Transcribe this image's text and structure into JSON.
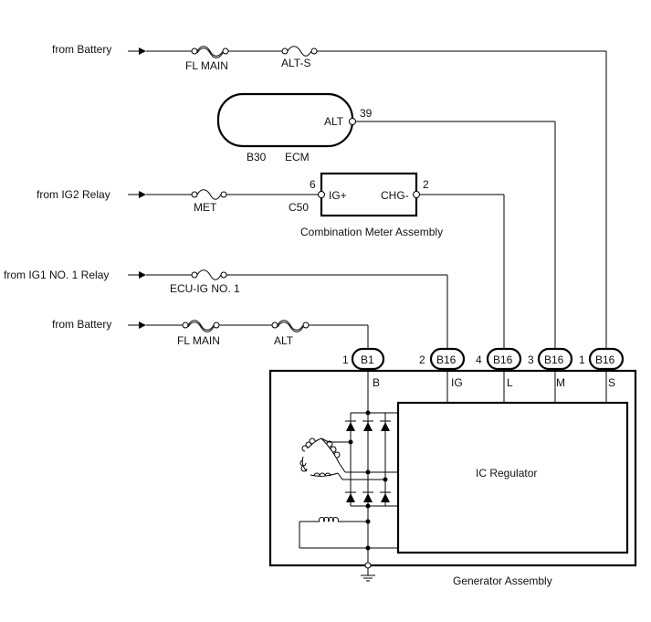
{
  "sources": {
    "battery_top": "from Battery",
    "ig2": "from IG2 Relay",
    "ig1": "from IG1 NO. 1 Relay",
    "battery_bottom": "from Battery"
  },
  "fuses": {
    "fl_main_top": "FL MAIN",
    "alt_s": "ALT-S",
    "met": "MET",
    "ecu_ig": "ECU-IG NO. 1",
    "fl_main_bottom": "FL MAIN",
    "alt": "ALT"
  },
  "ecm": {
    "pin_label": "ALT",
    "pin_number": "39",
    "connector": "B30",
    "name": "ECM"
  },
  "meter": {
    "left_pin_number": "6",
    "left_pin_label": "IG+",
    "right_pin_label": "CHG-",
    "right_pin_number": "2",
    "connector": "C50",
    "name": "Combination Meter Assembly"
  },
  "generator": {
    "connectors": [
      {
        "pin": "1",
        "code": "B1",
        "terminal": "B"
      },
      {
        "pin": "2",
        "code": "B16",
        "terminal": "IG"
      },
      {
        "pin": "4",
        "code": "B16",
        "terminal": "L"
      },
      {
        "pin": "3",
        "code": "B16",
        "terminal": "M"
      },
      {
        "pin": "1",
        "code": "B16",
        "terminal": "S"
      }
    ],
    "regulator": "IC Regulator",
    "name": "Generator Assembly"
  }
}
